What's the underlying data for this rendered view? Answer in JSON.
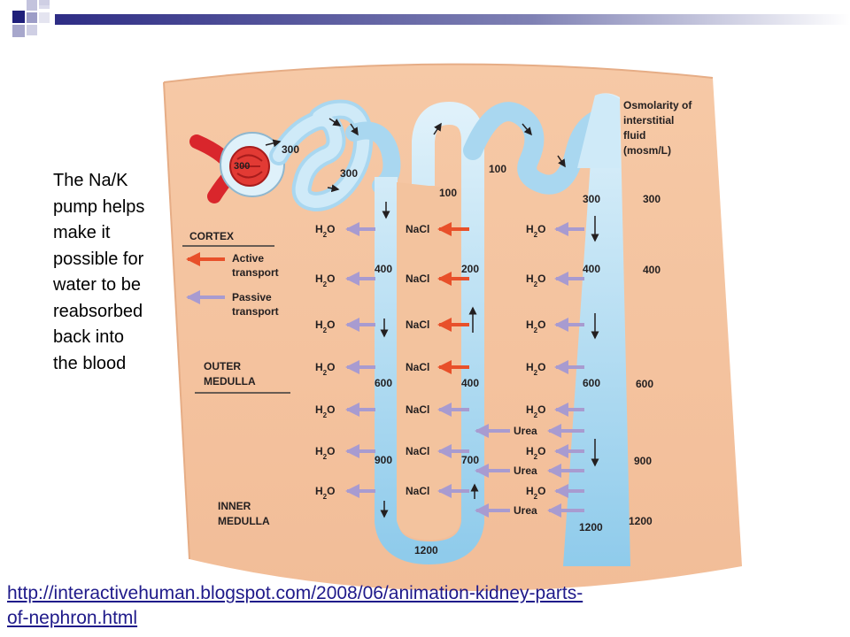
{
  "caption_lines": [
    "The Na/K",
    "pump helps",
    "make it",
    "possible for",
    "water to be",
    "reabsorbed",
    "back into",
    "the blood"
  ],
  "source_link": {
    "line1": "http://interactivehuman.blogspot.com/2008/06/animation-kidney-parts-",
    "line2": "of-nephron.html"
  },
  "diagram": {
    "osmolarity_title": [
      "Osmolarity of",
      "interstitial",
      "fluid",
      "(mosm/L)"
    ],
    "osmolarity_values": [
      "300",
      "400",
      "600",
      "900",
      "1200"
    ],
    "regions": {
      "cortex": "CORTEX",
      "outer_medulla": [
        "OUTER",
        "MEDULLA"
      ],
      "inner_medulla": [
        "INNER",
        "MEDULLA"
      ]
    },
    "legend": {
      "active": [
        "Active",
        "transport"
      ],
      "passive": [
        "Passive",
        "transport"
      ]
    },
    "tubule_values": {
      "glomerulus": "300",
      "proximal_1": "300",
      "proximal_2": "300",
      "descending_400": "400",
      "descending_600": "600",
      "descending_900": "900",
      "bottom_1200": "1200",
      "ascending_thin_700": "700",
      "ascending_400": "400",
      "ascending_200": "200",
      "ascending_100": "100",
      "distal_100": "100",
      "collecting_300": "300",
      "collecting_400": "400",
      "collecting_600": "600",
      "collecting_1200": "1200"
    },
    "water_label": "H2O",
    "salt_label": "NaCl",
    "urea_label": "Urea",
    "colors": {
      "background": "#f5c8a4",
      "tubule_fluid": "#a9d7f0",
      "active_arrow": "#e8502a",
      "passive_arrow": "#a89bd0",
      "renal_artery": "#d9262c"
    }
  }
}
